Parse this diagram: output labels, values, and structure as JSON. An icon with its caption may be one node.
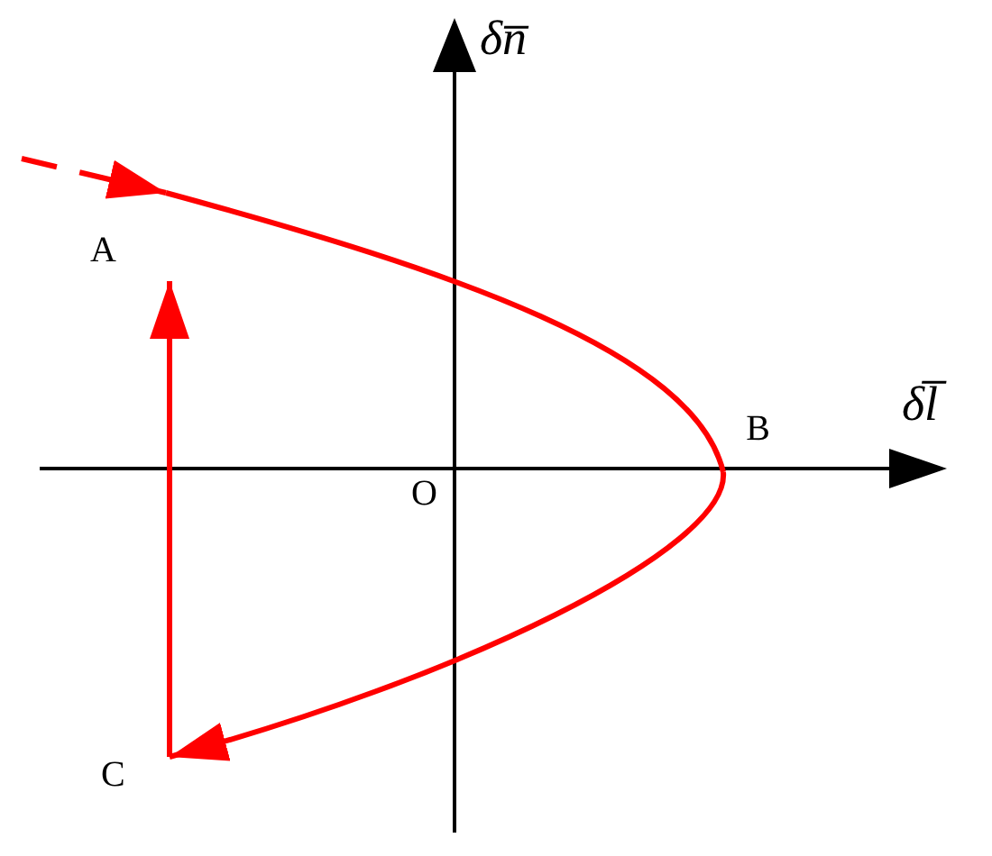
{
  "diagram": {
    "nodes": [
      {
        "text": [
          "A"
        ]
      },
      {
        "text": [
          "B"
        ]
      },
      {
        "text": [
          "C"
        ]
      }
    ],
    "edges": [
      {
        "from": null,
        "to": 0,
        "arrow": "to",
        "style": "dashed"
      },
      {
        "from": 0,
        "to": 1,
        "arrow": "none"
      },
      {
        "from": 1,
        "to": 2,
        "arrow": "to"
      },
      {
        "from": 2,
        "to": 0,
        "arrow": "to"
      }
    ],
    "labels": [
      "δn̅",
      "δl̅",
      "O"
    ]
  }
}
